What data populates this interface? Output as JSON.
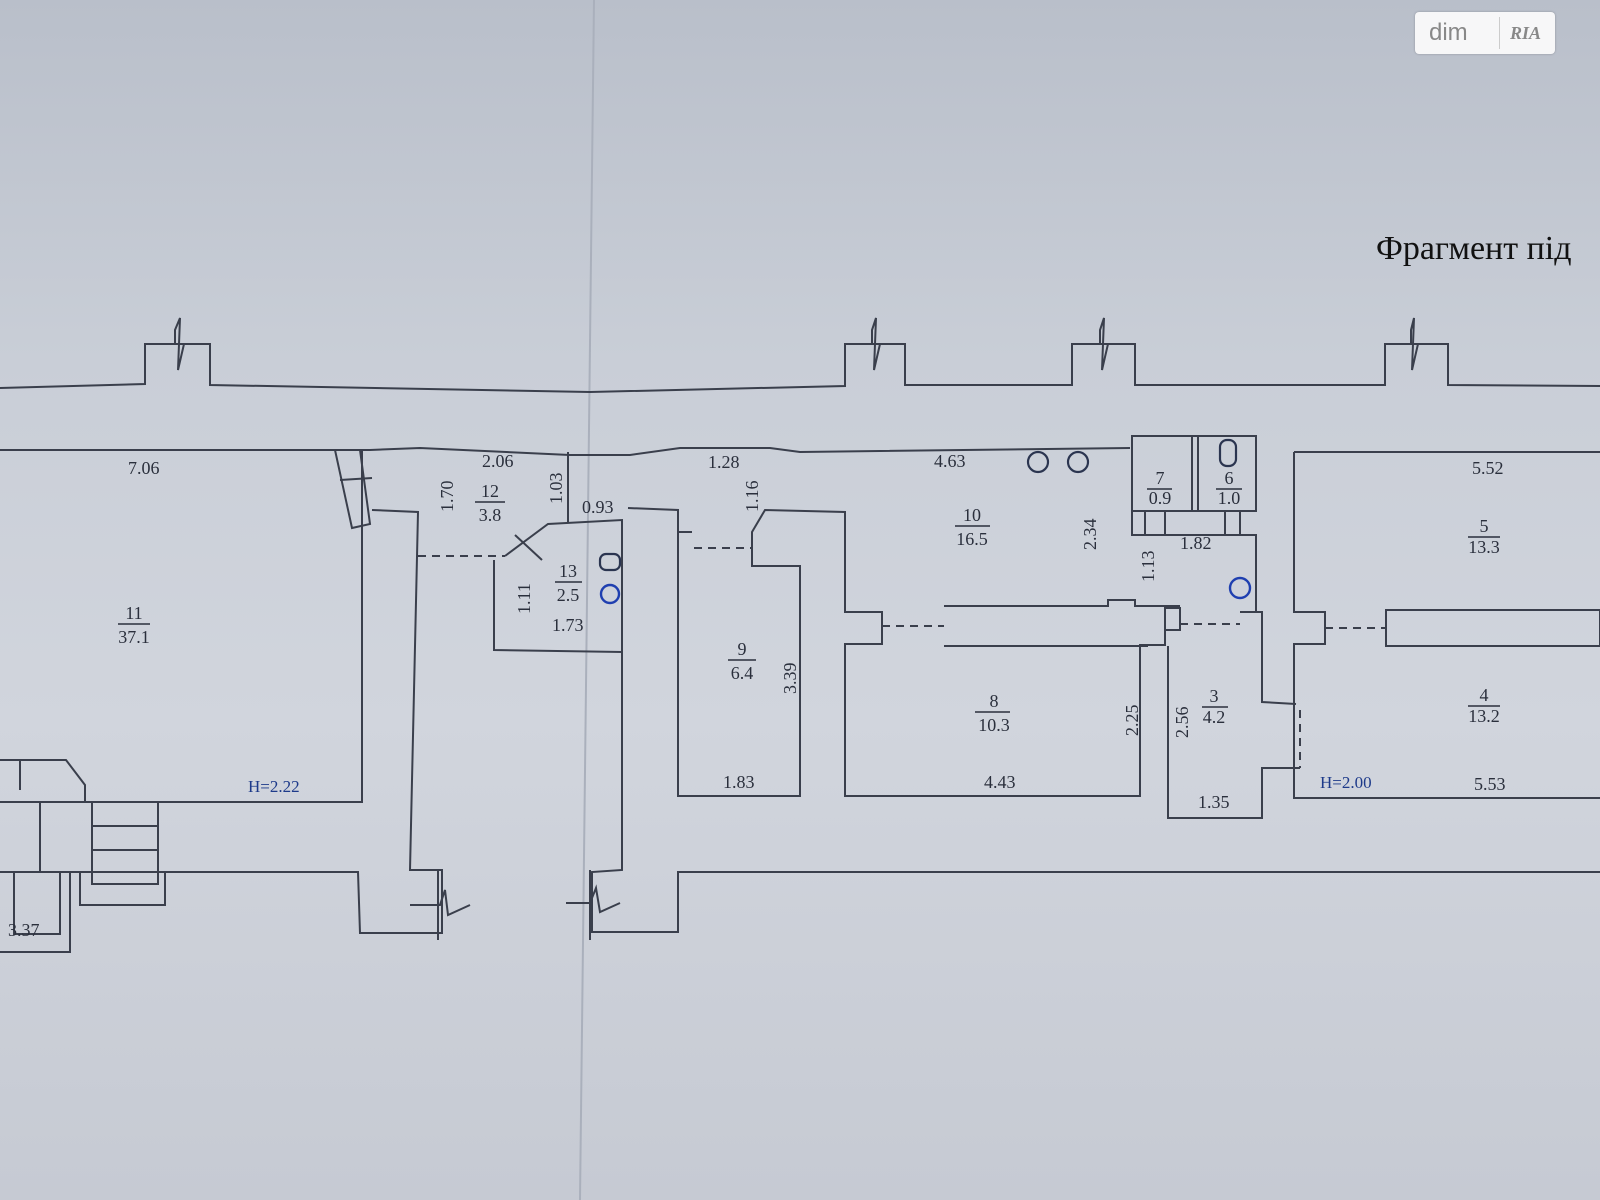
{
  "title": "Фрагмент під",
  "logo": {
    "brand": "dim",
    "brand2": "RIA"
  },
  "rooms": [
    {
      "number": "11",
      "area": "37.1"
    },
    {
      "number": "12",
      "area": "3.8"
    },
    {
      "number": "13",
      "area": "2.5"
    },
    {
      "number": "9",
      "area": "6.4"
    },
    {
      "number": "10",
      "area": "16.5"
    },
    {
      "number": "8",
      "area": "10.3"
    },
    {
      "number": "7",
      "area": "0.9"
    },
    {
      "number": "6",
      "area": "1.0"
    },
    {
      "number": "3",
      "area": "4.2"
    },
    {
      "number": "5",
      "area": "13.3"
    },
    {
      "number": "4",
      "area": "13.2"
    }
  ],
  "dimensions": [
    "7.06",
    "2.06",
    "1.70",
    "1.03",
    "0.93",
    "1.28",
    "1.16",
    "4.63",
    "2.34",
    "1.82",
    "1.13",
    "5.52",
    "1.11",
    "1.73",
    "3.39",
    "1.83",
    "2.25",
    "4.43",
    "2.56",
    "1.35",
    "5.53",
    "3.37"
  ],
  "heights": [
    "H=2.22",
    "H=2.00"
  ]
}
